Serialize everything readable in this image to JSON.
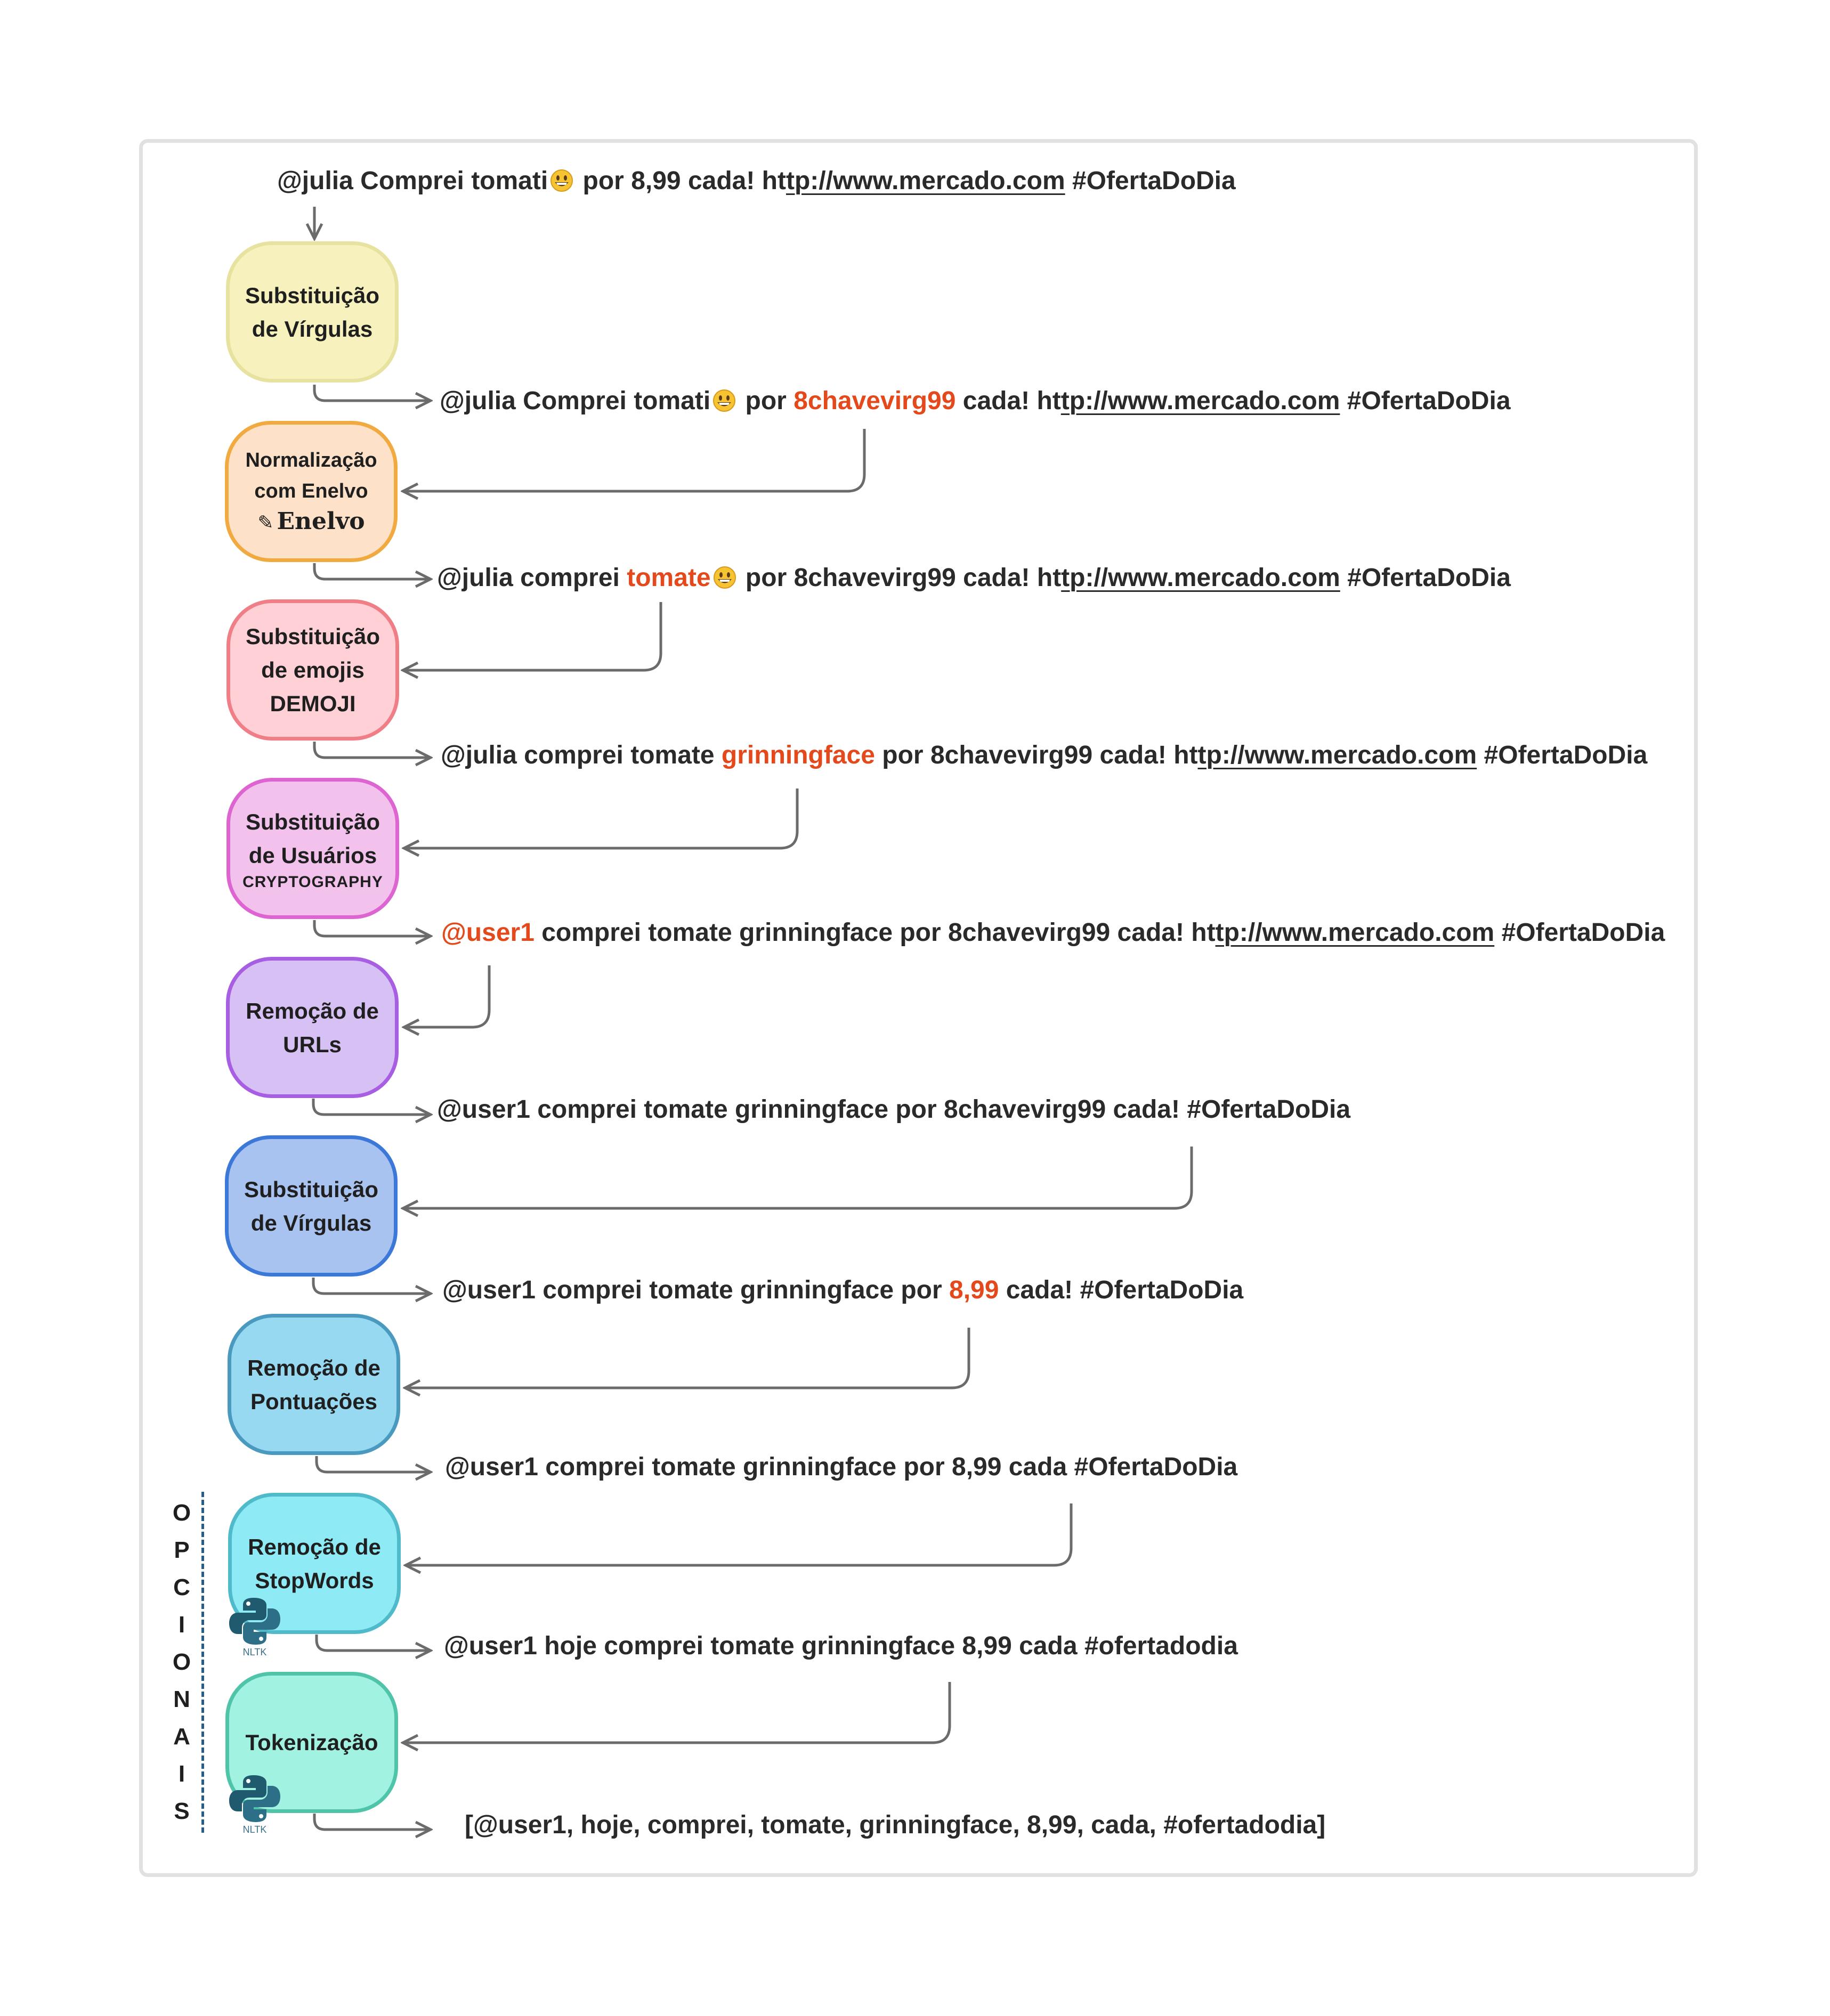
{
  "title_line": {
    "prefix": "@julia Comprei tomati",
    "middle": " por 8,99 cada! ht",
    "url": "tp://www.mercado.com",
    "suffix": " #OfertaDoDia"
  },
  "steps": [
    {
      "lines": [
        "Substituição",
        "de Vírgulas"
      ],
      "fill": "#f7f2bd",
      "border": "#e7e29f"
    },
    {
      "lines": [
        "Normalização",
        "com Enelvo"
      ],
      "logo": "Enelvo",
      "logo_icon": "pencil-notepad-icon",
      "fill": "#fde1c8",
      "border": "#f1aa3f"
    },
    {
      "lines": [
        "Substituição",
        "de emojis"
      ],
      "sub": "DEMOJI",
      "fill": "#ffd1d6",
      "border": "#f07e87"
    },
    {
      "lines": [
        "Substituição",
        "de Usuários"
      ],
      "sub": "CRYPTOGRAPHY",
      "fill": "#f2c2ec",
      "border": "#dd64d1"
    },
    {
      "lines": [
        "Remoção de",
        "URLs"
      ],
      "fill": "#d7c0f3",
      "border": "#a85ee3"
    },
    {
      "lines": [
        "Substituição",
        "de Vírgulas"
      ],
      "fill": "#a9c3f1",
      "border": "#3b78d8"
    },
    {
      "lines": [
        "Remoção de",
        "Pontuações"
      ],
      "fill": "#97d9f0",
      "border": "#4a9ac0"
    },
    {
      "lines": [
        "Remoção de",
        "StopWords"
      ],
      "logo_icon": "python-nltk-icon",
      "logo_text": "NLTK",
      "fill": "#8eeaf5",
      "border": "#4fbac9"
    },
    {
      "lines": [
        "Tokenização"
      ],
      "logo_icon": "python-nltk-icon",
      "logo_text": "NLTK",
      "fill": "#a2f2e2",
      "border": "#4fc4a8"
    }
  ],
  "outputs": [
    {
      "a": "@julia Comprei tomati",
      "b": " por ",
      "hl": "8chavevirg99",
      "c": " cada! ht",
      "url": "tp://www.mercado.com",
      "d": " #OfertaDoDia"
    },
    {
      "a": "@julia comprei ",
      "hl": "tomate",
      "b": " por 8chavevirg99 cada! ht",
      "url": "tp://www.mercado.com",
      "d": " #OfertaDoDia"
    },
    {
      "a": "@julia comprei tomate ",
      "hl": "grinningface",
      "b": " por 8chavevirg99 cada! ht",
      "url": "tp://www.mercado.com",
      "d": " #OfertaDoDia"
    },
    {
      "hl": "@user1",
      "b": " comprei tomate grinningface por 8chavevirg99 cada! ht",
      "url": "tp://www.mercado.com",
      "d": " #OfertaDoDia"
    },
    {
      "text": "@user1 comprei tomate grinningface por 8chavevirg99 cada! #OfertaDoDia"
    },
    {
      "a": "@user1 comprei tomate grinningface por ",
      "hl": "8,99",
      "b": " cada! #OfertaDoDia"
    },
    {
      "text": "@user1 comprei tomate grinningface por 8,99 cada #OfertaDoDia"
    },
    {
      "text": "@user1 hoje comprei tomate grinningface 8,99 cada #ofertadodia"
    },
    {
      "text": "[@user1, hoje, comprei, tomate, grinningface, 8,99, cada, #ofertadodia]"
    }
  ],
  "optional_label": [
    "O",
    "P",
    "C",
    "I",
    "O",
    "N",
    "A",
    "I",
    "S"
  ],
  "colors": {
    "highlight": "#e4491c",
    "arrow": "#6b6b6b",
    "dashed": "#2a5d86"
  },
  "emoji_name": "grinning-face-emoji"
}
